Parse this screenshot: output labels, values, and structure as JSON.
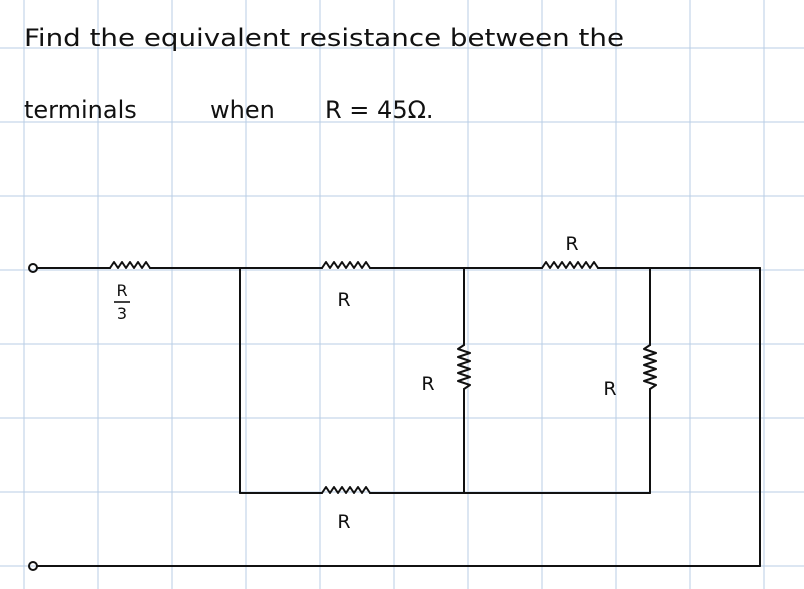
{
  "problem": {
    "line1": "Find the equivalent resistance between the",
    "line2_a": "terminals",
    "line2_b": "when",
    "line2_c": "R = 45Ω."
  },
  "resistors": {
    "r_first_num": "R",
    "r_first_den": "3",
    "r_top_middle": "R",
    "r_top_right": "R",
    "r_vertical_middle": "R",
    "r_vertical_right": "R",
    "r_bottom": "R"
  },
  "colors": {
    "grid": "#b9cde6",
    "ink": "#111111"
  }
}
